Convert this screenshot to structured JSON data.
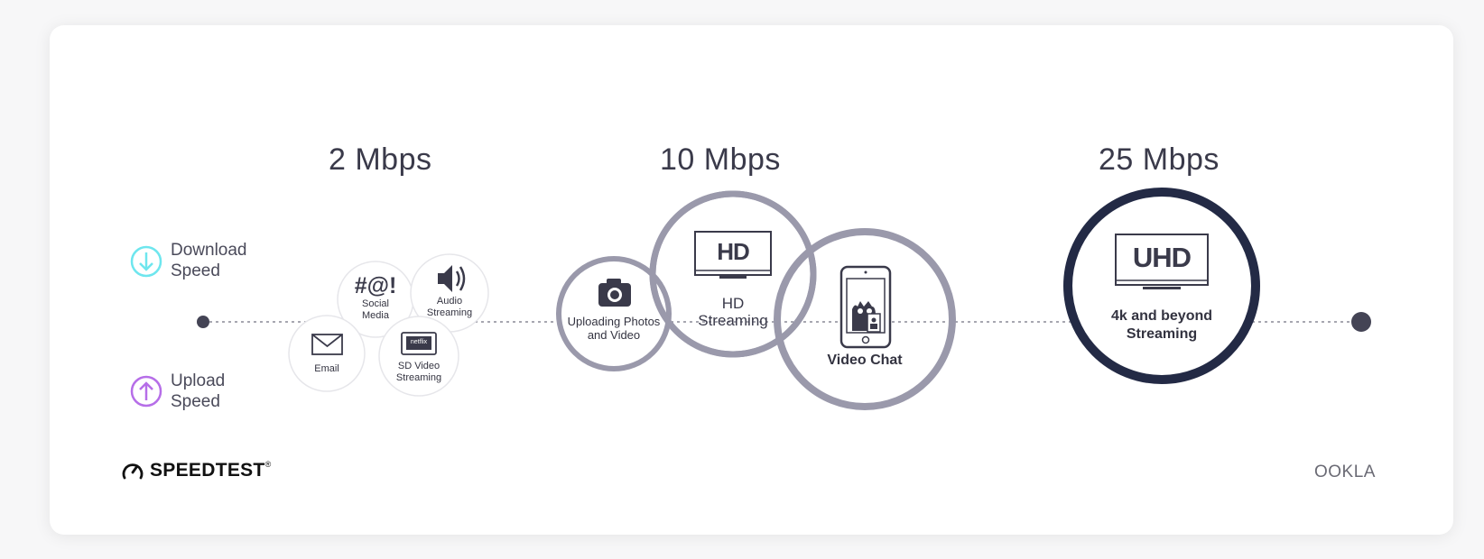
{
  "tiers": [
    {
      "speed": "2 Mbps"
    },
    {
      "speed": "10 Mbps"
    },
    {
      "speed": "25 Mbps"
    }
  ],
  "legend": {
    "download_line1": "Download",
    "download_line2": "Speed",
    "upload_line1": "Upload",
    "upload_line2": "Speed"
  },
  "activities": {
    "social_symbol": "#@!",
    "social_line1": "Social",
    "social_line2": "Media",
    "audio_line1": "Audio",
    "audio_line2": "Streaming",
    "email": "Email",
    "sd_line1": "SD Video",
    "sd_line2": "Streaming",
    "sd_badge": "netflix",
    "photos_line1": "Uploading Photos",
    "photos_line2": "and Video",
    "hd_badge": "HD",
    "hd_line1": "HD",
    "hd_line2": "Streaming",
    "video_chat": "Video Chat",
    "uhd_badge": "UHD",
    "uhd_line1": "4k and beyond",
    "uhd_line2": "Streaming"
  },
  "branding": {
    "speedtest": "SPEEDTEST",
    "speedtest_mark": "®",
    "ookla": "OOKLA"
  },
  "colors": {
    "download": "#6ee6ee",
    "upload": "#b66ee8",
    "tier_mid": "#9a99ab",
    "tier_high": "#232a45",
    "light_ring": "#e6e6ea"
  }
}
